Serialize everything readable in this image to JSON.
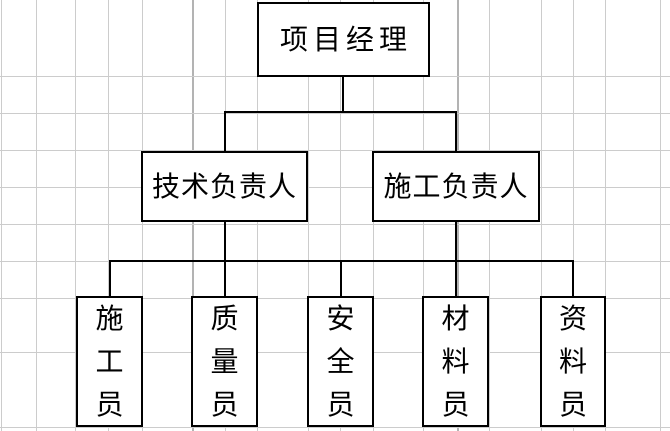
{
  "org_chart": {
    "root": {
      "label": "项目经理"
    },
    "level2": [
      {
        "label": "技术负责人"
      },
      {
        "label": "施工负责人"
      }
    ],
    "level3": [
      {
        "label": "施工员"
      },
      {
        "label": "质量员"
      },
      {
        "label": "安全员"
      },
      {
        "label": "材料员"
      },
      {
        "label": "资料员"
      }
    ]
  },
  "colors": {
    "connector": "#000000",
    "box_border": "#000000",
    "text": "#000000",
    "grid_line": "#cccccc",
    "grid_line_thick": "#b3b3b3",
    "background": "#ffffff"
  }
}
